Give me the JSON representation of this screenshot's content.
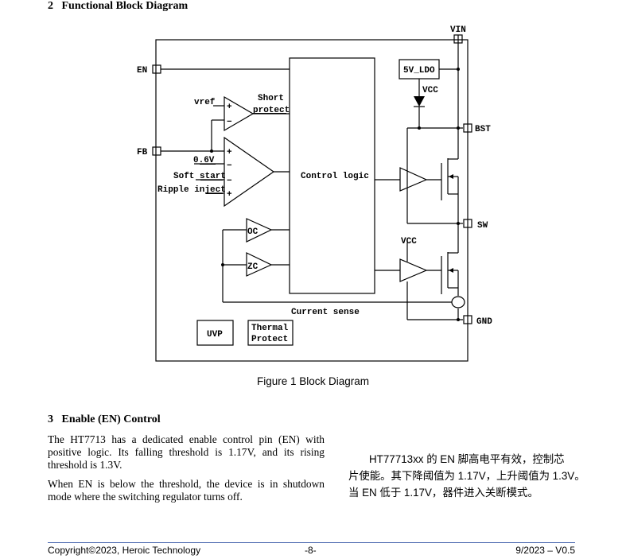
{
  "section2": {
    "number": "2",
    "title": "Functional Block Diagram"
  },
  "diagram": {
    "pins": {
      "en": "EN",
      "fb": "FB",
      "vin": "VIN",
      "bst": "BST",
      "sw": "SW",
      "gnd": "GND"
    },
    "labels": {
      "vref": "vref",
      "short": "Short",
      "protect": "protect",
      "v06": "0.6V",
      "soft_start": "Soft start",
      "ripple_inject": "Ripple inject",
      "oc": "OC",
      "zc": "ZC",
      "control_logic": "Control logic",
      "ldo": "5V_LDO",
      "vcc_top": "VCC",
      "vcc_low": "VCC",
      "current_sense": "Current sense",
      "uvp": "UVP",
      "thermal": "Thermal",
      "thermal_protect": "Protect",
      "plus1": "+",
      "minus1": "−",
      "plus2": "+",
      "minus2": "−",
      "minus3": "−",
      "plus3": "+"
    }
  },
  "figure_caption": "Figure 1 Block Diagram",
  "section3": {
    "number": "3",
    "title": "Enable (EN) Control"
  },
  "paragraph1": "The HT7713 has a dedicated enable control pin (EN) with positive logic. Its falling threshold is 1.17V, and its rising threshold is 1.3V.",
  "paragraph2": "When EN is below the threshold, the device is in shutdown mode where the switching regulator turns off.",
  "chinese": {
    "line1": "HT77713xx 的 EN 脚高电平有效，控制芯",
    "line2": "片使能。其下降阈值为 1.17V，上升阈值为 1.3V。",
    "line3": "当 EN 低于 1.17V，器件进入关断模式。"
  },
  "footer": {
    "left": "Copyright©2023, Heroic Technology",
    "center": "-8-",
    "right": "9/2023 – V0.5"
  }
}
